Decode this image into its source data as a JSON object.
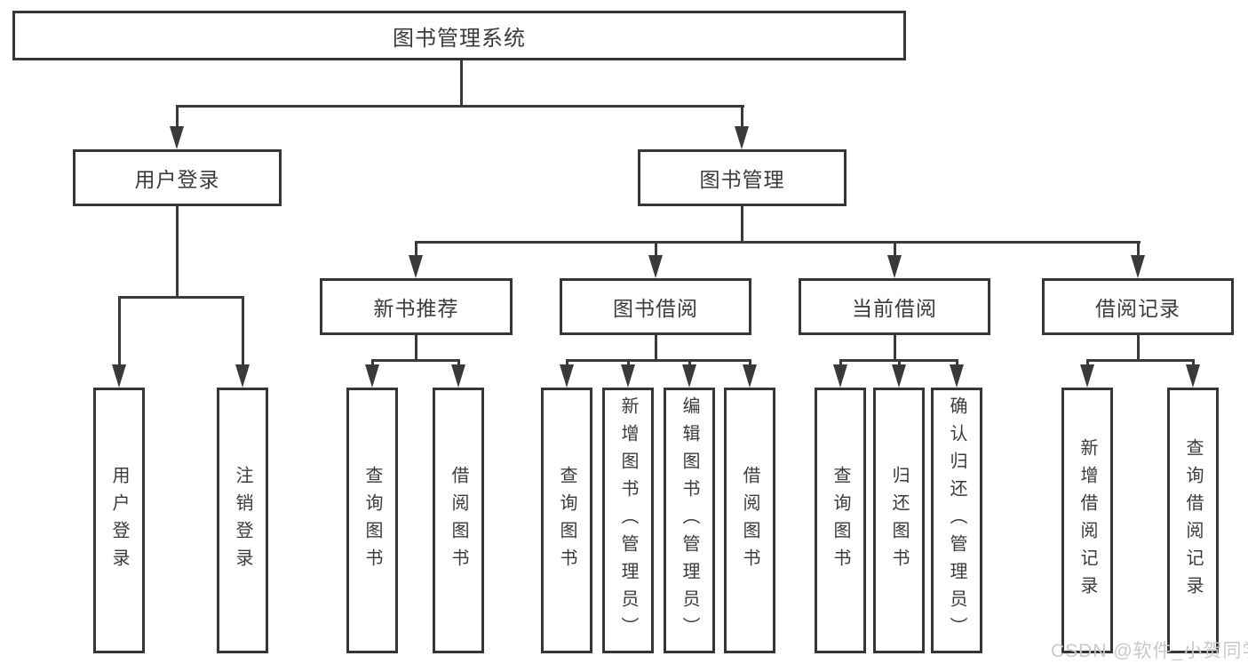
{
  "diagram": {
    "type": "hierarchy-tree",
    "colors": {
      "line": "#3a3a3a",
      "box_border": "#363636",
      "text": "#3b3b3b",
      "watermark": "#c9c9c9",
      "background": "#ffffff"
    },
    "tree": {
      "root": "图书管理系统",
      "branches": [
        {
          "label": "用户登录",
          "children": [
            "用户登录",
            "注销登录"
          ]
        },
        {
          "label": "图书管理",
          "groups": [
            {
              "label": "新书推荐",
              "children": [
                "查询图书",
                "借阅图书"
              ]
            },
            {
              "label": "图书借阅",
              "children": [
                "查询图书",
                "新增图书（管理员）",
                "编辑图书（管理员）",
                "借阅图书"
              ]
            },
            {
              "label": "当前借阅",
              "children": [
                "查询图书",
                "归还图书",
                "确认归还（管理员）"
              ]
            },
            {
              "label": "借阅记录",
              "children": [
                "新增借阅记录",
                "查询借阅记录"
              ]
            }
          ]
        }
      ]
    },
    "watermark": "CSDN @软件_小贺同学"
  }
}
